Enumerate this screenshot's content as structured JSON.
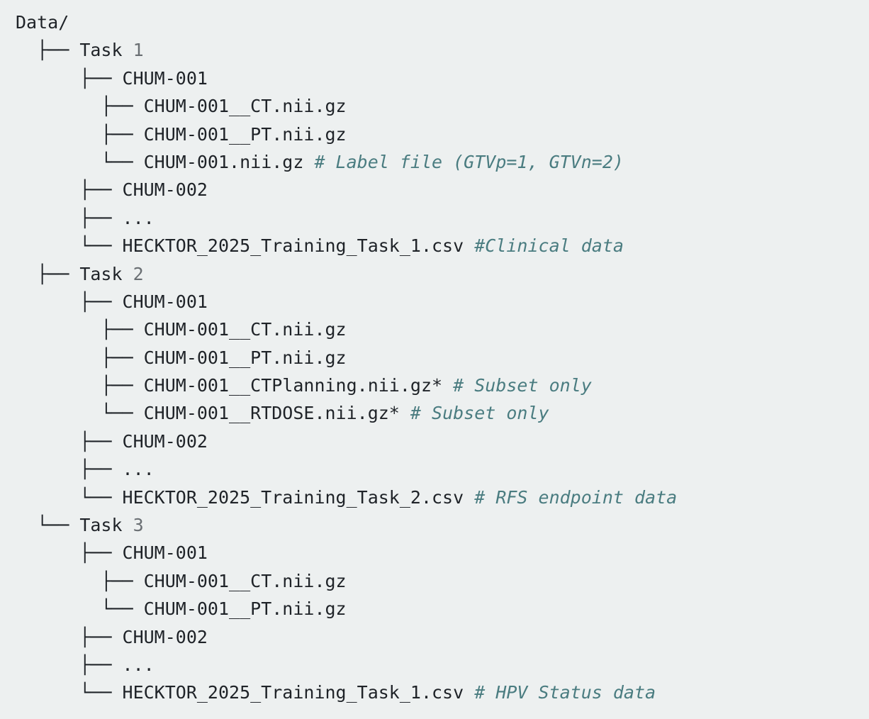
{
  "code_block": {
    "lines": [
      {
        "prefix": "",
        "name": "Data/",
        "num": "",
        "comment": ""
      },
      {
        "prefix": "  ├── ",
        "name": "Task ",
        "num": "1",
        "comment": ""
      },
      {
        "prefix": "      ├── ",
        "name": "CHUM-001",
        "num": "",
        "comment": ""
      },
      {
        "prefix": "        ├── ",
        "name": "CHUM-001__CT.nii.gz",
        "num": "",
        "comment": ""
      },
      {
        "prefix": "        ├── ",
        "name": "CHUM-001__PT.nii.gz",
        "num": "",
        "comment": ""
      },
      {
        "prefix": "        └── ",
        "name": "CHUM-001.nii.gz ",
        "num": "",
        "comment": "# Label file (GTVp=1, GTVn=2)"
      },
      {
        "prefix": "      ├── ",
        "name": "CHUM-002",
        "num": "",
        "comment": ""
      },
      {
        "prefix": "      ├── ",
        "name": "...",
        "num": "",
        "comment": ""
      },
      {
        "prefix": "      └── ",
        "name": "HECKTOR_2025_Training_Task_1.csv ",
        "num": "",
        "comment": "#Clinical data"
      },
      {
        "prefix": "  ├── ",
        "name": "Task ",
        "num": "2",
        "comment": ""
      },
      {
        "prefix": "      ├── ",
        "name": "CHUM-001",
        "num": "",
        "comment": ""
      },
      {
        "prefix": "        ├── ",
        "name": "CHUM-001__CT.nii.gz",
        "num": "",
        "comment": ""
      },
      {
        "prefix": "        ├── ",
        "name": "CHUM-001__PT.nii.gz",
        "num": "",
        "comment": ""
      },
      {
        "prefix": "        ├── ",
        "name": "CHUM-001__CTPlanning.nii.gz* ",
        "num": "",
        "comment": "# Subset only"
      },
      {
        "prefix": "        └── ",
        "name": "CHUM-001__RTDOSE.nii.gz* ",
        "num": "",
        "comment": "# Subset only"
      },
      {
        "prefix": "      ├── ",
        "name": "CHUM-002",
        "num": "",
        "comment": ""
      },
      {
        "prefix": "      ├── ",
        "name": "...",
        "num": "",
        "comment": ""
      },
      {
        "prefix": "      └── ",
        "name": "HECKTOR_2025_Training_Task_2.csv ",
        "num": "",
        "comment": "# RFS endpoint data"
      },
      {
        "prefix": "  └── ",
        "name": "Task ",
        "num": "3",
        "comment": ""
      },
      {
        "prefix": "      ├── ",
        "name": "CHUM-001",
        "num": "",
        "comment": ""
      },
      {
        "prefix": "        ├── ",
        "name": "CHUM-001__CT.nii.gz",
        "num": "",
        "comment": ""
      },
      {
        "prefix": "        └── ",
        "name": "CHUM-001__PT.nii.gz",
        "num": "",
        "comment": ""
      },
      {
        "prefix": "      ├── ",
        "name": "CHUM-002",
        "num": "",
        "comment": ""
      },
      {
        "prefix": "      ├── ",
        "name": "...",
        "num": "",
        "comment": ""
      },
      {
        "prefix": "      └── ",
        "name": "HECKTOR_2025_Training_Task_1.csv ",
        "num": "",
        "comment": "# HPV Status data"
      }
    ]
  }
}
